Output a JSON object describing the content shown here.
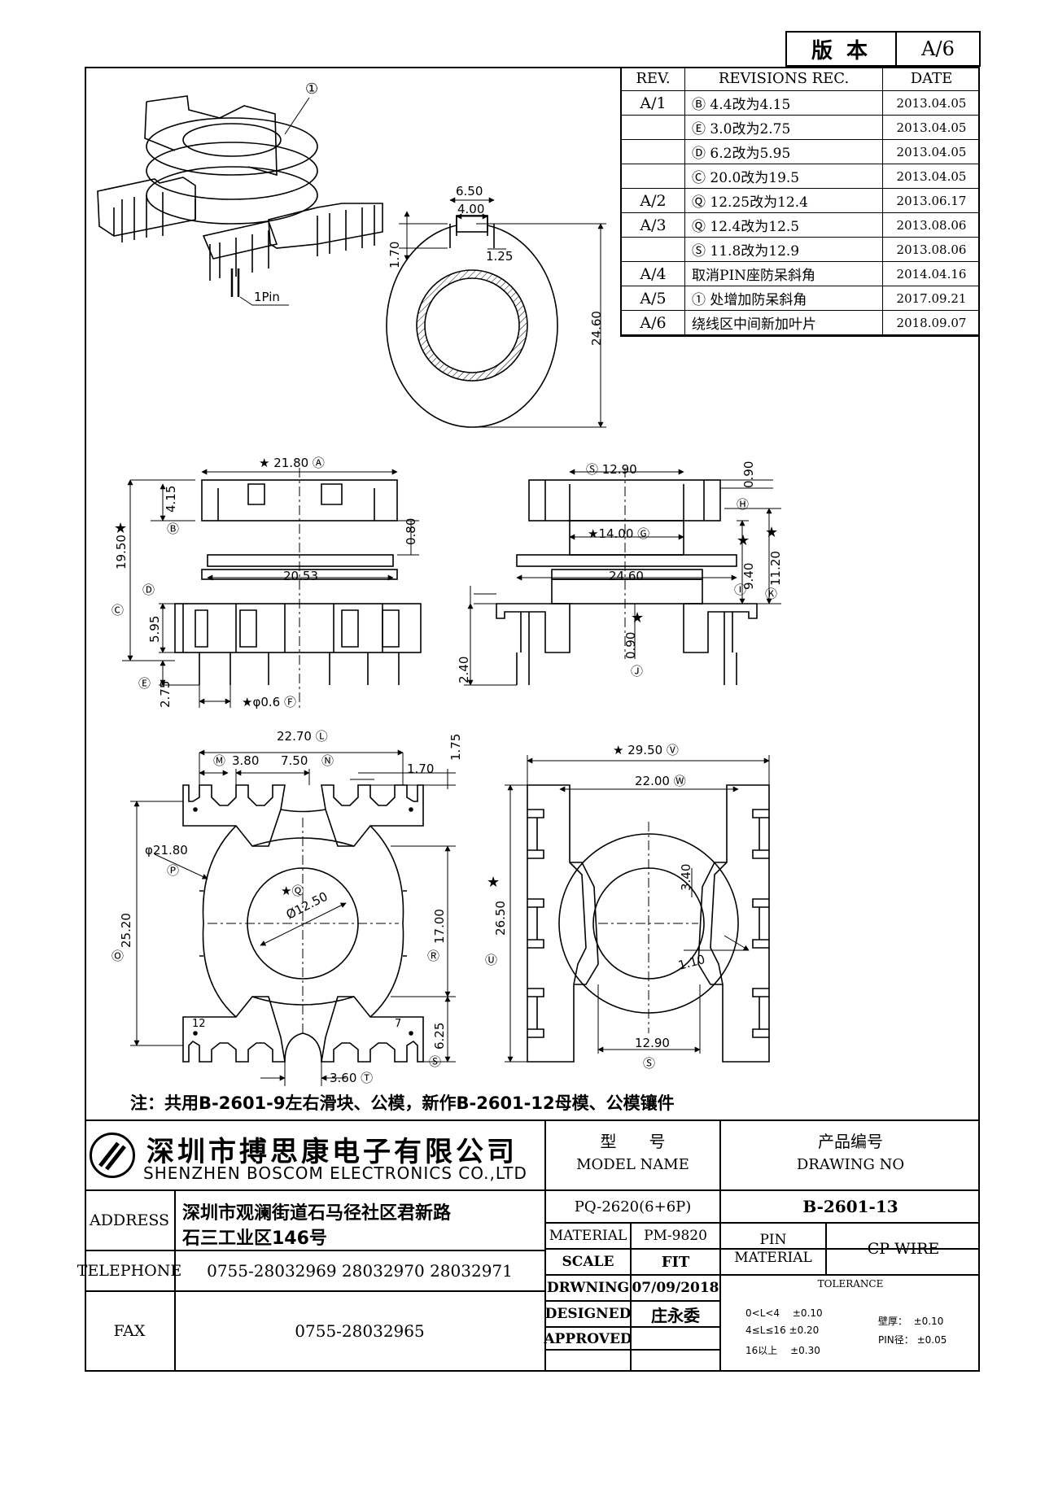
{
  "version_box": {
    "label": "版 本",
    "value": "A/6"
  },
  "revisions": {
    "headers": {
      "rev": "REV.",
      "rec": "REVISIONS REC.",
      "date": "DATE"
    },
    "rows": [
      {
        "rev": "A/1",
        "rec": "Ⓑ 4.4改为4.15",
        "date": "2013.04.05"
      },
      {
        "rev": "",
        "rec": "Ⓔ 3.0改为2.75",
        "date": "2013.04.05"
      },
      {
        "rev": "",
        "rec": "Ⓓ 6.2改为5.95",
        "date": "2013.04.05"
      },
      {
        "rev": "",
        "rec": "Ⓒ 20.0改为19.5",
        "date": "2013.04.05"
      },
      {
        "rev": "A/2",
        "rec": "Ⓠ 12.25改为12.4",
        "date": "2013.06.17"
      },
      {
        "rev": "A/3",
        "rec": "Ⓠ 12.4改为12.5",
        "date": "2013.08.06"
      },
      {
        "rev": "",
        "rec": "Ⓢ 11.8改为12.9",
        "date": "2013.08.06"
      },
      {
        "rev": "A/4",
        "rec": "取消PIN座防呆斜角",
        "date": "2014.04.16"
      },
      {
        "rev": "A/5",
        "rec": "① 处增加防呆斜角",
        "date": "2017.09.21"
      },
      {
        "rev": "A/6",
        "rec": "绕线区中间新加叶片",
        "date": "2018.09.07"
      }
    ]
  },
  "iso": {
    "callout": "①",
    "pin_label": "1Pin"
  },
  "dims": {
    "d650": "6.50",
    "d400": "4.00",
    "d125": "1.25",
    "d170": "1.70",
    "d2460v": "24.60",
    "d2180": "★ 21.80 Ⓐ",
    "d415": "4.15",
    "dB": "Ⓑ",
    "d080": "0.80",
    "d1950": "19.50",
    "dC": "Ⓒ",
    "dD": "Ⓓ",
    "d2053": "20.53",
    "d595": "5.95",
    "dE": "Ⓔ",
    "d275": "2.75",
    "dpin": "★φ0.6 Ⓕ",
    "d1290s": "Ⓢ 12.90",
    "d090": "0.90",
    "dH": "Ⓗ",
    "d1400": "★14.00 Ⓖ",
    "d940": "9.40",
    "d1120": "11.20",
    "d2460": "24.60",
    "dI": "Ⓘ",
    "dK": "Ⓚ",
    "d090b": "0.90",
    "dJ": "Ⓙ",
    "d240": "2.40",
    "d2270": "22.70 Ⓛ",
    "dM": "Ⓜ",
    "d380": "3.80",
    "d750": "7.50",
    "dN": "Ⓝ",
    "d175": "1.75",
    "d170b": "1.70",
    "d2180b": "φ21.80",
    "dP": "Ⓟ",
    "dQ": "★Ⓠ",
    "d1250": "Ø12.50",
    "d2520": "25.20",
    "dO": "Ⓞ",
    "d1700": "17.00",
    "dR": "Ⓡ",
    "d625": "6.25",
    "dS": "Ⓢ",
    "d360": "3.60 Ⓣ",
    "p12": "12",
    "p7": "7",
    "d2950": "★ 29.50 Ⓥ",
    "d2200": "22.00 Ⓦ",
    "d340": "3.40",
    "d2650": "26.50",
    "dU": "Ⓤ",
    "d110": "1.10",
    "d1290b": "12.90",
    "dSb": "Ⓢ",
    "star": "★"
  },
  "note": "注：共用B-2601-9左右滑块、公模，新作B-2601-12母模、公模镶件",
  "company": {
    "name_cn": "深圳市搏思康电子有限公司",
    "name_en": "SHENZHEN BOSCOM ELECTRONICS CO.,LTD",
    "address_label": "ADDRESS",
    "address_line1": "深圳市观澜街道石马径社区君新路",
    "address_line2": "石三工业区146号",
    "telephone_label": "TELEPHONE",
    "telephone": "0755-28032969 28032970 28032971",
    "fax_label": "FAX",
    "fax": "0755-28032965"
  },
  "title_block": {
    "model_cn": "型　　号",
    "model_en": "MODEL NAME",
    "model_value": "PQ-2620(6+6P)",
    "drawing_cn": "产品编号",
    "drawing_en": "DRAWING NO",
    "drawing_value": "B-2601-13",
    "material_label": "MATERIAL",
    "material_value": "PM-9820",
    "pin_material_label": "PIN MATERIAL",
    "pin_material_value": "CP WIRE",
    "scale_label": "SCALE",
    "scale_value": "FIT",
    "drawing_date_label": "DRWNING",
    "drawing_date": "07/09/2018",
    "designed_label": "DESIGNED",
    "designed_value": "庄永委",
    "approved_label": "APPROVED",
    "tolerance_label": "TOLERANCE",
    "tol1": "0<L<4　 ±0.10",
    "tol2": "4≤L≤16 ±0.20",
    "tol3": "16以上　 ±0.30",
    "tol4": "壁厚：  ±0.10",
    "tol5": "PIN径： ±0.05"
  }
}
